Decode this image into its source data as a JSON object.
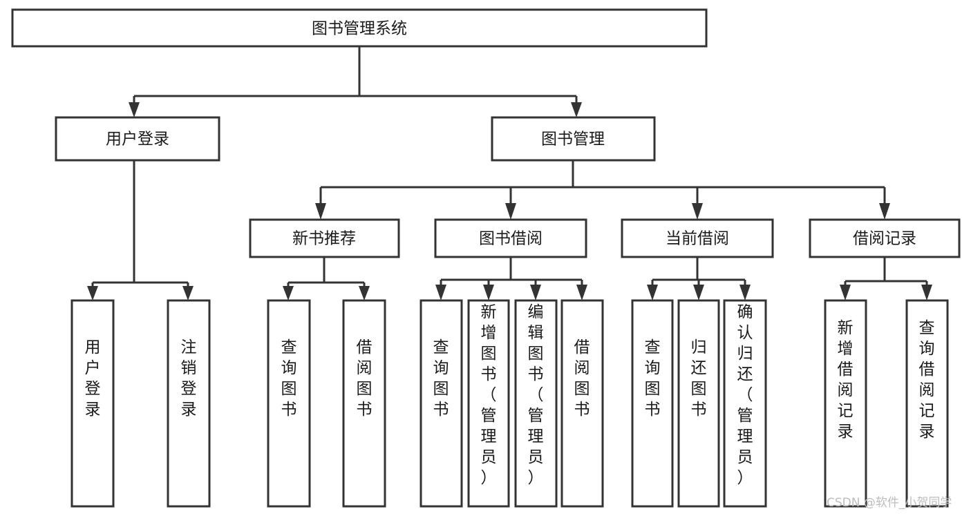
{
  "diagram": {
    "title": "图书管理系统",
    "type": "tree",
    "orientation": "top-down",
    "watermark": "CSDN @软件_小贺同学",
    "colors": {
      "box_stroke": "#333333",
      "box_fill": "#ffffff",
      "text": "#1a1a1a",
      "connector": "#333333",
      "background": "#ffffff",
      "watermark": "#bdbdbd"
    },
    "levels": {
      "root": {
        "label": "图书管理系统",
        "orientation": "horizontal"
      },
      "level2": [
        {
          "id": "user-login",
          "label": "用户登录",
          "orientation": "horizontal"
        },
        {
          "id": "book-manage",
          "label": "图书管理",
          "orientation": "horizontal"
        }
      ],
      "level3": [
        {
          "id": "new-book-recommend",
          "label": "新书推荐",
          "orientation": "horizontal",
          "parent": "book-manage"
        },
        {
          "id": "book-borrow",
          "label": "图书借阅",
          "orientation": "horizontal",
          "parent": "book-manage"
        },
        {
          "id": "current-borrow",
          "label": "当前借阅",
          "orientation": "horizontal",
          "parent": "book-manage"
        },
        {
          "id": "borrow-record",
          "label": "借阅记录",
          "orientation": "horizontal",
          "parent": "book-manage"
        }
      ],
      "leaves": [
        {
          "id": "leaf-user-login",
          "label": "用户登录",
          "orientation": "vertical",
          "parent": "user-login"
        },
        {
          "id": "leaf-user-logout",
          "label": "注销登录",
          "orientation": "vertical",
          "parent": "user-login"
        },
        {
          "id": "leaf-query-book-1",
          "label": "查询图书",
          "orientation": "vertical",
          "parent": "new-book-recommend"
        },
        {
          "id": "leaf-borrow-book-1",
          "label": "借阅图书",
          "orientation": "vertical",
          "parent": "new-book-recommend"
        },
        {
          "id": "leaf-query-book-2",
          "label": "查询图书",
          "orientation": "vertical",
          "parent": "book-borrow"
        },
        {
          "id": "leaf-add-book",
          "label": "新增图书（管理员）",
          "orientation": "vertical",
          "parent": "book-borrow"
        },
        {
          "id": "leaf-edit-book",
          "label": "编辑图书（管理员）",
          "orientation": "vertical",
          "parent": "book-borrow"
        },
        {
          "id": "leaf-borrow-book-2",
          "label": "借阅图书",
          "orientation": "vertical",
          "parent": "book-borrow"
        },
        {
          "id": "leaf-query-book-3",
          "label": "查询图书",
          "orientation": "vertical",
          "parent": "current-borrow"
        },
        {
          "id": "leaf-return-book",
          "label": "归还图书",
          "orientation": "vertical",
          "parent": "current-borrow"
        },
        {
          "id": "leaf-confirm-return",
          "label": "确认归还（管理员）",
          "orientation": "vertical",
          "parent": "current-borrow"
        },
        {
          "id": "leaf-add-record",
          "label": "新增借阅记录",
          "orientation": "vertical",
          "parent": "borrow-record"
        },
        {
          "id": "leaf-query-record",
          "label": "查询借阅记录",
          "orientation": "vertical",
          "parent": "borrow-record"
        }
      ]
    }
  }
}
